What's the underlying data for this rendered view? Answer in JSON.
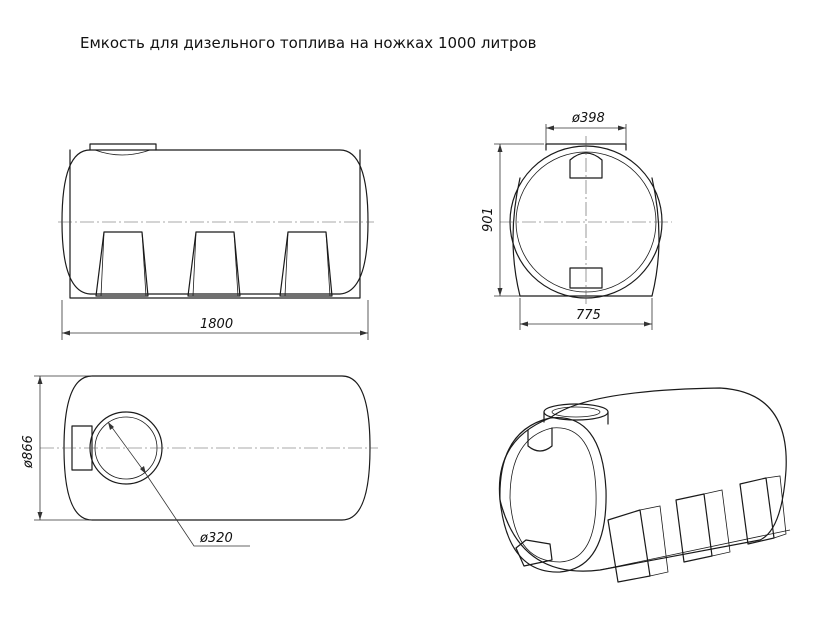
{
  "title": "Емкость для дизельного топлива на ножках 1000 литров",
  "views": {
    "front": {
      "length_label": "1800"
    },
    "side": {
      "height_label": "901",
      "width_label": "775",
      "neck_label": "ø398"
    },
    "top": {
      "diameter_label": "ø866",
      "hatch_label": "ø320"
    },
    "iso": {}
  }
}
